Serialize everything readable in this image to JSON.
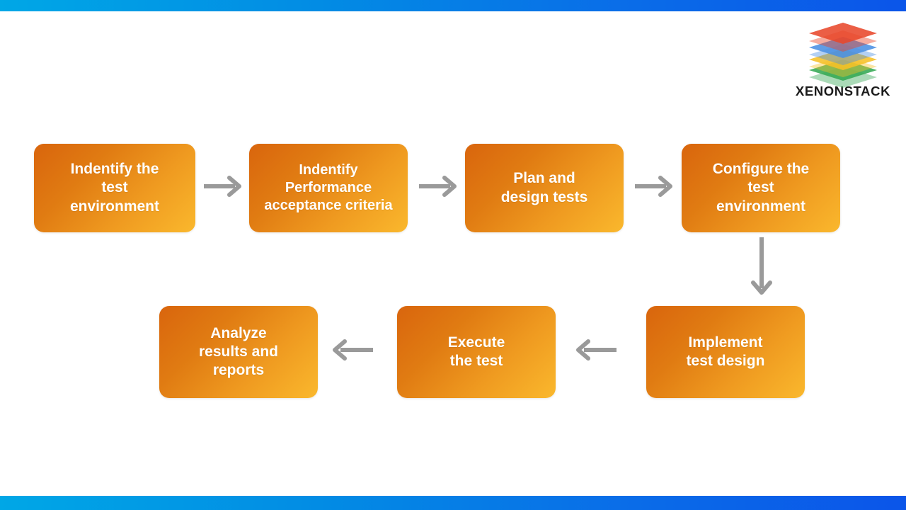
{
  "meta": {
    "title": "Performance Testing Process Flow"
  },
  "bars": {
    "gradient_start": "#00a7e6",
    "gradient_end": "#0b55e9"
  },
  "brand": {
    "name": "XENONSTACK",
    "logo_layers": [
      {
        "name": "red-layer",
        "color": "#e8482b"
      },
      {
        "name": "blue-layer",
        "color": "#4a90e2"
      },
      {
        "name": "yellow-layer",
        "color": "#f6c027"
      },
      {
        "name": "green-layer",
        "color": "#34a853"
      }
    ]
  },
  "flow": {
    "box_gradient_start": "#d9650d",
    "box_gradient_end": "#fab82d",
    "arrow_color": "#9a9a9a",
    "steps": [
      {
        "id": 1,
        "label": "Indentify the\ntest\nenvironment"
      },
      {
        "id": 2,
        "label": "Indentify\nPerformance\nacceptance criteria"
      },
      {
        "id": 3,
        "label": "Plan and\ndesign tests"
      },
      {
        "id": 4,
        "label": "Configure the\ntest\nenvironment"
      },
      {
        "id": 5,
        "label": "Implement\ntest design"
      },
      {
        "id": 6,
        "label": "Execute\nthe test"
      },
      {
        "id": 7,
        "label": "Analyze\nresults and\nreports"
      }
    ],
    "connectors": [
      {
        "id": 1,
        "direction": "right"
      },
      {
        "id": 2,
        "direction": "right"
      },
      {
        "id": 3,
        "direction": "right"
      },
      {
        "id": 4,
        "direction": "down"
      },
      {
        "id": 5,
        "direction": "left"
      },
      {
        "id": 6,
        "direction": "left"
      }
    ]
  }
}
